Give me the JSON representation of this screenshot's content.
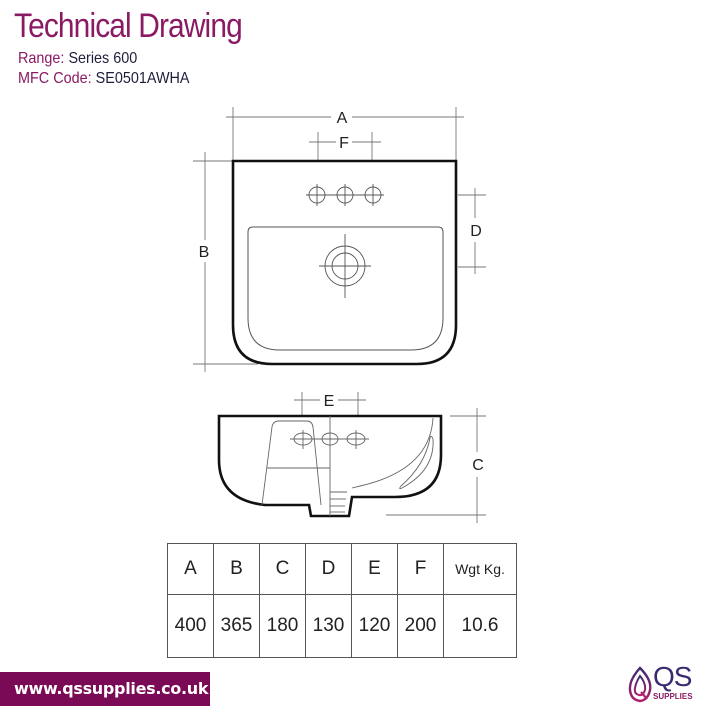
{
  "header": {
    "title": "Technical Drawing",
    "range_label": "Range:",
    "range_value": "Series 600",
    "mfc_label": "MFC Code:",
    "mfc_value": "SE0501AWHA"
  },
  "drawing": {
    "dimension_labels": {
      "A": "A",
      "B": "B",
      "C": "C",
      "D": "D",
      "E": "E",
      "F": "F"
    }
  },
  "spec_table": {
    "headers": [
      "A",
      "B",
      "C",
      "D",
      "E",
      "F",
      "Wgt Kg."
    ],
    "values": [
      "400",
      "365",
      "180",
      "130",
      "120",
      "200",
      "10.6"
    ]
  },
  "footer": {
    "url": "www.qssupplies.co.uk"
  },
  "logo": {
    "mark": "QS",
    "subtitle": "SUPPLIES"
  },
  "colors": {
    "brand_purple": "#8a1a63",
    "footer_bg": "#7a0a55",
    "logo_navy": "#3a2a70"
  }
}
